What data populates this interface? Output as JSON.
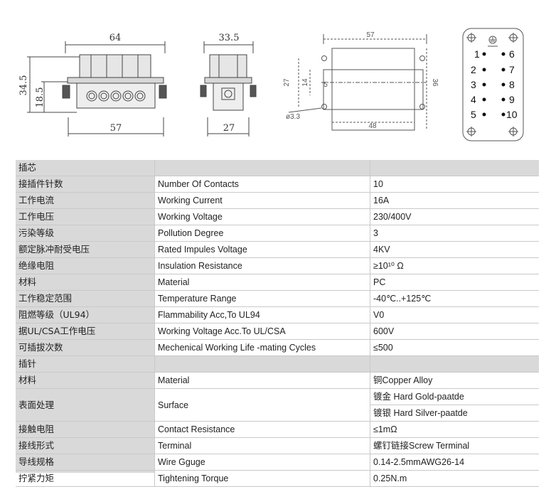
{
  "drawing": {
    "front": {
      "width": "64",
      "bottom": "57",
      "height": "34.5",
      "inner": "18.5"
    },
    "side": {
      "top": "33.5",
      "bottom": "27"
    },
    "plate": {
      "width": "57",
      "inner": "48",
      "height": "36",
      "h27": "27",
      "h14": "14",
      "h5": "5",
      "hole": "ø3.3"
    },
    "pins": [
      "1",
      "2",
      "3",
      "4",
      "5",
      "6",
      "7",
      "8",
      "9",
      "10"
    ]
  },
  "spec": {
    "section1": "插芯",
    "rows1": [
      {
        "cn": "接插件针数",
        "en": "Number Of Contacts",
        "value": "10"
      },
      {
        "cn": "工作电流",
        "en": "Working Current",
        "value": "16A"
      },
      {
        "cn": "工作电压",
        "en": "Working Voltage",
        "value": "230/400V"
      },
      {
        "cn": "污染等级",
        "en": "Pollution Degree",
        "value": "3"
      },
      {
        "cn": "额定脉冲耐受电压",
        "en": "Rated Impules Voltage",
        "value": "4KV"
      },
      {
        "cn": "绝缘电阻",
        "en": "Insulation Resistance",
        "value": "≥10¹⁰ Ω"
      },
      {
        "cn": "材料",
        "en": "Material",
        "value": "PC"
      },
      {
        "cn": "工作稳定范围",
        "en": "Temperature Range",
        "value": "-40℃..+125℃"
      },
      {
        "cn": "阻燃等级（UL94）",
        "en": "Flammability Acc,To UL94",
        "value": "V0"
      },
      {
        "cn": "据UL/CSA工作电压",
        "en": "Working Voltage Acc.To UL/CSA",
        "value": "600V"
      },
      {
        "cn": "可插拔次数",
        "en": "Mechenical Working Life -mating Cycles",
        "value": "≤500"
      }
    ],
    "section2": "插针",
    "material": {
      "cn": "材料",
      "en": "Material",
      "value": "铜Copper Alloy"
    },
    "surface": {
      "cn": "表面处理",
      "en": "Surface",
      "value1": "镀金 Hard Gold-paatde",
      "value2": "镀银 Hard Silver-paatde"
    },
    "rows2": [
      {
        "cn": "接触电阻",
        "en": "Contact Resistance",
        "value": "≤1mΩ"
      },
      {
        "cn": "接线形式",
        "en": "Terminal",
        "value": "螺钉链接Screw Terminal"
      },
      {
        "cn": "导线规格",
        "en": "Wire Gguge",
        "value": "0.14-2.5mmAWG26-14"
      },
      {
        "cn": "拧紧力矩",
        "en": "Tightening Torque",
        "value": "0.25N.m"
      }
    ]
  }
}
